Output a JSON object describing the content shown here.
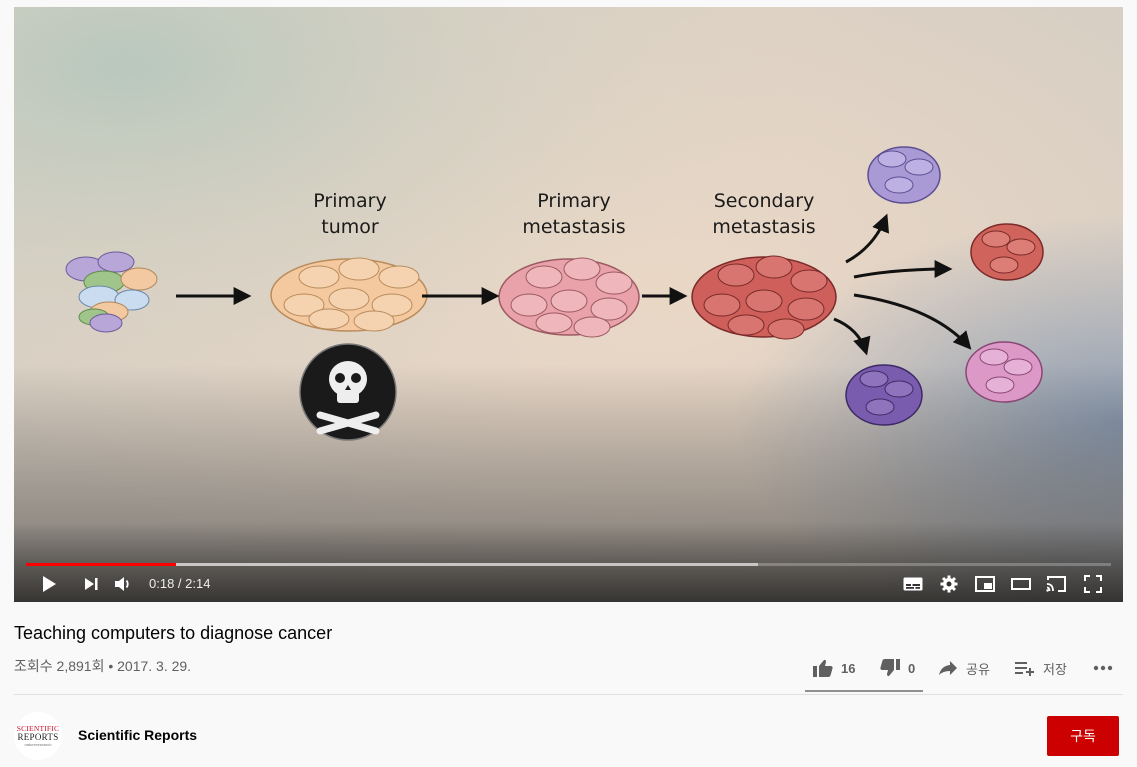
{
  "video": {
    "labels": {
      "primary_tumor": [
        "Primary",
        "tumor"
      ],
      "primary_metastasis": [
        "Primary",
        "metastasis"
      ],
      "secondary_metastasis": [
        "Secondary",
        "metastasis"
      ]
    },
    "skull_icon": "skull-and-crossbones",
    "colors": {
      "normal_cells": [
        "#b8a6d9",
        "#9fc58a",
        "#c9dcf0",
        "#f2c9a0"
      ],
      "tumor_cells": "#f4c9a0",
      "primary_met_cells": "#e9a2a9",
      "secondary_met_cells": "#cf5f5a",
      "spread_lavender": "#a99ad6",
      "spread_red": "#d0645c",
      "spread_purple": "#7a5cae",
      "spread_pink": "#dc99c8"
    }
  },
  "player": {
    "time_display": "0:18 / 2:14",
    "progress_played": 0.138,
    "progress_buffered": 0.675,
    "controls": {
      "left": [
        "play-icon",
        "next-icon",
        "volume-icon"
      ],
      "right": [
        "subtitles-icon",
        "settings-icon",
        "miniplayer-icon",
        "theater-mode-icon",
        "cast-icon",
        "fullscreen-icon"
      ]
    },
    "progress_color": "#ff0000"
  },
  "title": "Teaching computers to diagnose cancer",
  "view_info": "조회수 2,891회 • 2017. 3. 29.",
  "actions": {
    "likes": "16",
    "dislikes": "0",
    "share": "공유",
    "save": "저장",
    "more_icon": "more-horizontal-icon"
  },
  "channel": {
    "name": "Scientific Reports",
    "avatar_text": [
      "SCIENTIFIC",
      "REPORTS",
      "natureresearch"
    ]
  },
  "subscribe_label": "구독",
  "subscribe_color": "#cc0000"
}
